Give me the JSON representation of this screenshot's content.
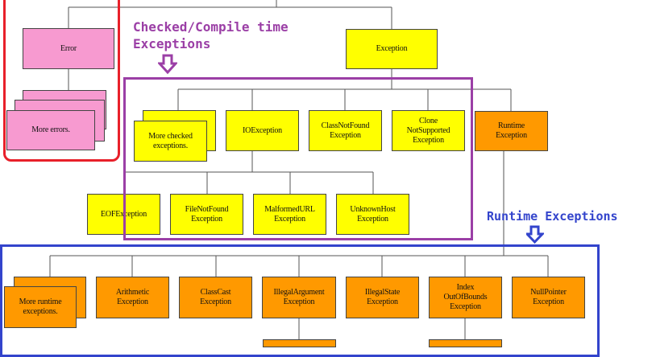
{
  "annotations": {
    "checked_title": "Checked/Compile time\nExceptions",
    "runtime_title": "Runtime Exceptions"
  },
  "colors": {
    "error": "#f79ad0",
    "checked": "#ffff00",
    "runtime": "#ff9900",
    "error_frame": "#e8202a",
    "checked_frame": "#9b3fa6",
    "runtime_frame": "#3344cc"
  },
  "nodes": {
    "error": "Error",
    "more_errors": "More errors.",
    "exception": "Exception",
    "more_checked": "More checked\nexceptions.",
    "io_exception": "IOException",
    "class_not_found": "ClassNotFound\nException",
    "clone_not_supported": "Clone\nNotSupported\nException",
    "runtime_exception": "Runtime\nException",
    "eof_exception": "EOFException",
    "file_not_found": "FileNotFound\nException",
    "malformed_url": "MalformedURL\nException",
    "unknown_host": "UnknownHost\nException",
    "more_runtime": "More runtime\nexceptions.",
    "arithmetic": "Arithmetic\nException",
    "class_cast": "ClassCast\nException",
    "illegal_argument": "IllegalArgument\nException",
    "illegal_state": "IllegalState\nException",
    "index_out_of_bounds": "Index\nOutOfBounds\nException",
    "null_pointer": "NullPointer\nException"
  }
}
